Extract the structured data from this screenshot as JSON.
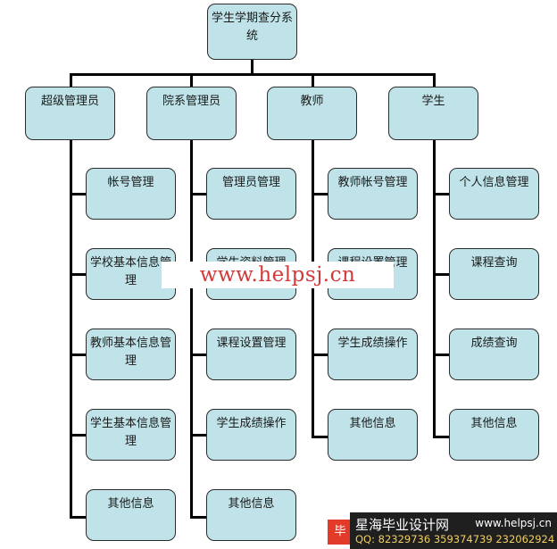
{
  "root": {
    "lines": [
      "学生学期查分系",
      "统"
    ]
  },
  "roles": [
    {
      "title": "超级管理员",
      "items": [
        [
          "帐号管理"
        ],
        [
          "学校基本信息管",
          "理"
        ],
        [
          "教师基本信息管",
          "理"
        ],
        [
          "学生基本信息管",
          "理"
        ],
        [
          "其他信息"
        ]
      ]
    },
    {
      "title": "院系管理员",
      "items": [
        [
          "管理员管理"
        ],
        [
          "学生资料管理"
        ],
        [
          "课程设置管理"
        ],
        [
          "学生成绩操作"
        ],
        [
          "其他信息"
        ]
      ]
    },
    {
      "title": "教师",
      "items": [
        [
          "教师帐号管理"
        ],
        [
          "课程设置管理"
        ],
        [
          "学生成绩操作"
        ],
        [
          "其他信息"
        ]
      ]
    },
    {
      "title": "学生",
      "items": [
        [
          "个人信息管理"
        ],
        [
          "课程查询"
        ],
        [
          "成绩查询"
        ],
        [
          "其他信息"
        ]
      ]
    }
  ],
  "watermark": "www.helpsj.cn",
  "banner": {
    "tag": "毕",
    "name": "星海毕业设计网",
    "url": "www.helpsj.cn",
    "qq": "QQ: 82329736  359374739  232062924"
  },
  "colors": {
    "node_fill": "#bfe3e8",
    "node_border": "#2b2b2b",
    "line": "#000000",
    "watermark": "#d03a3a"
  }
}
